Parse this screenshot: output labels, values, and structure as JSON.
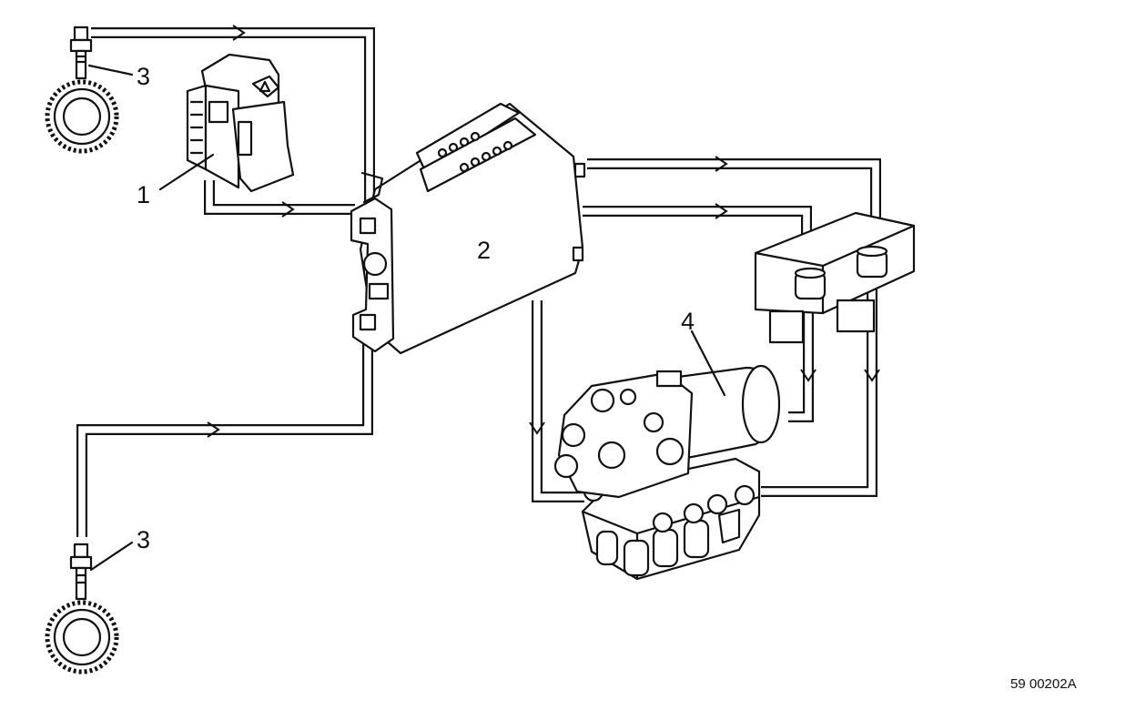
{
  "labels": {
    "warning_switch": "1",
    "control_unit": "2",
    "wheel_sensor_top": "3",
    "wheel_sensor_bottom": "3",
    "modulator": "4"
  },
  "reference_code": "59 00202A"
}
